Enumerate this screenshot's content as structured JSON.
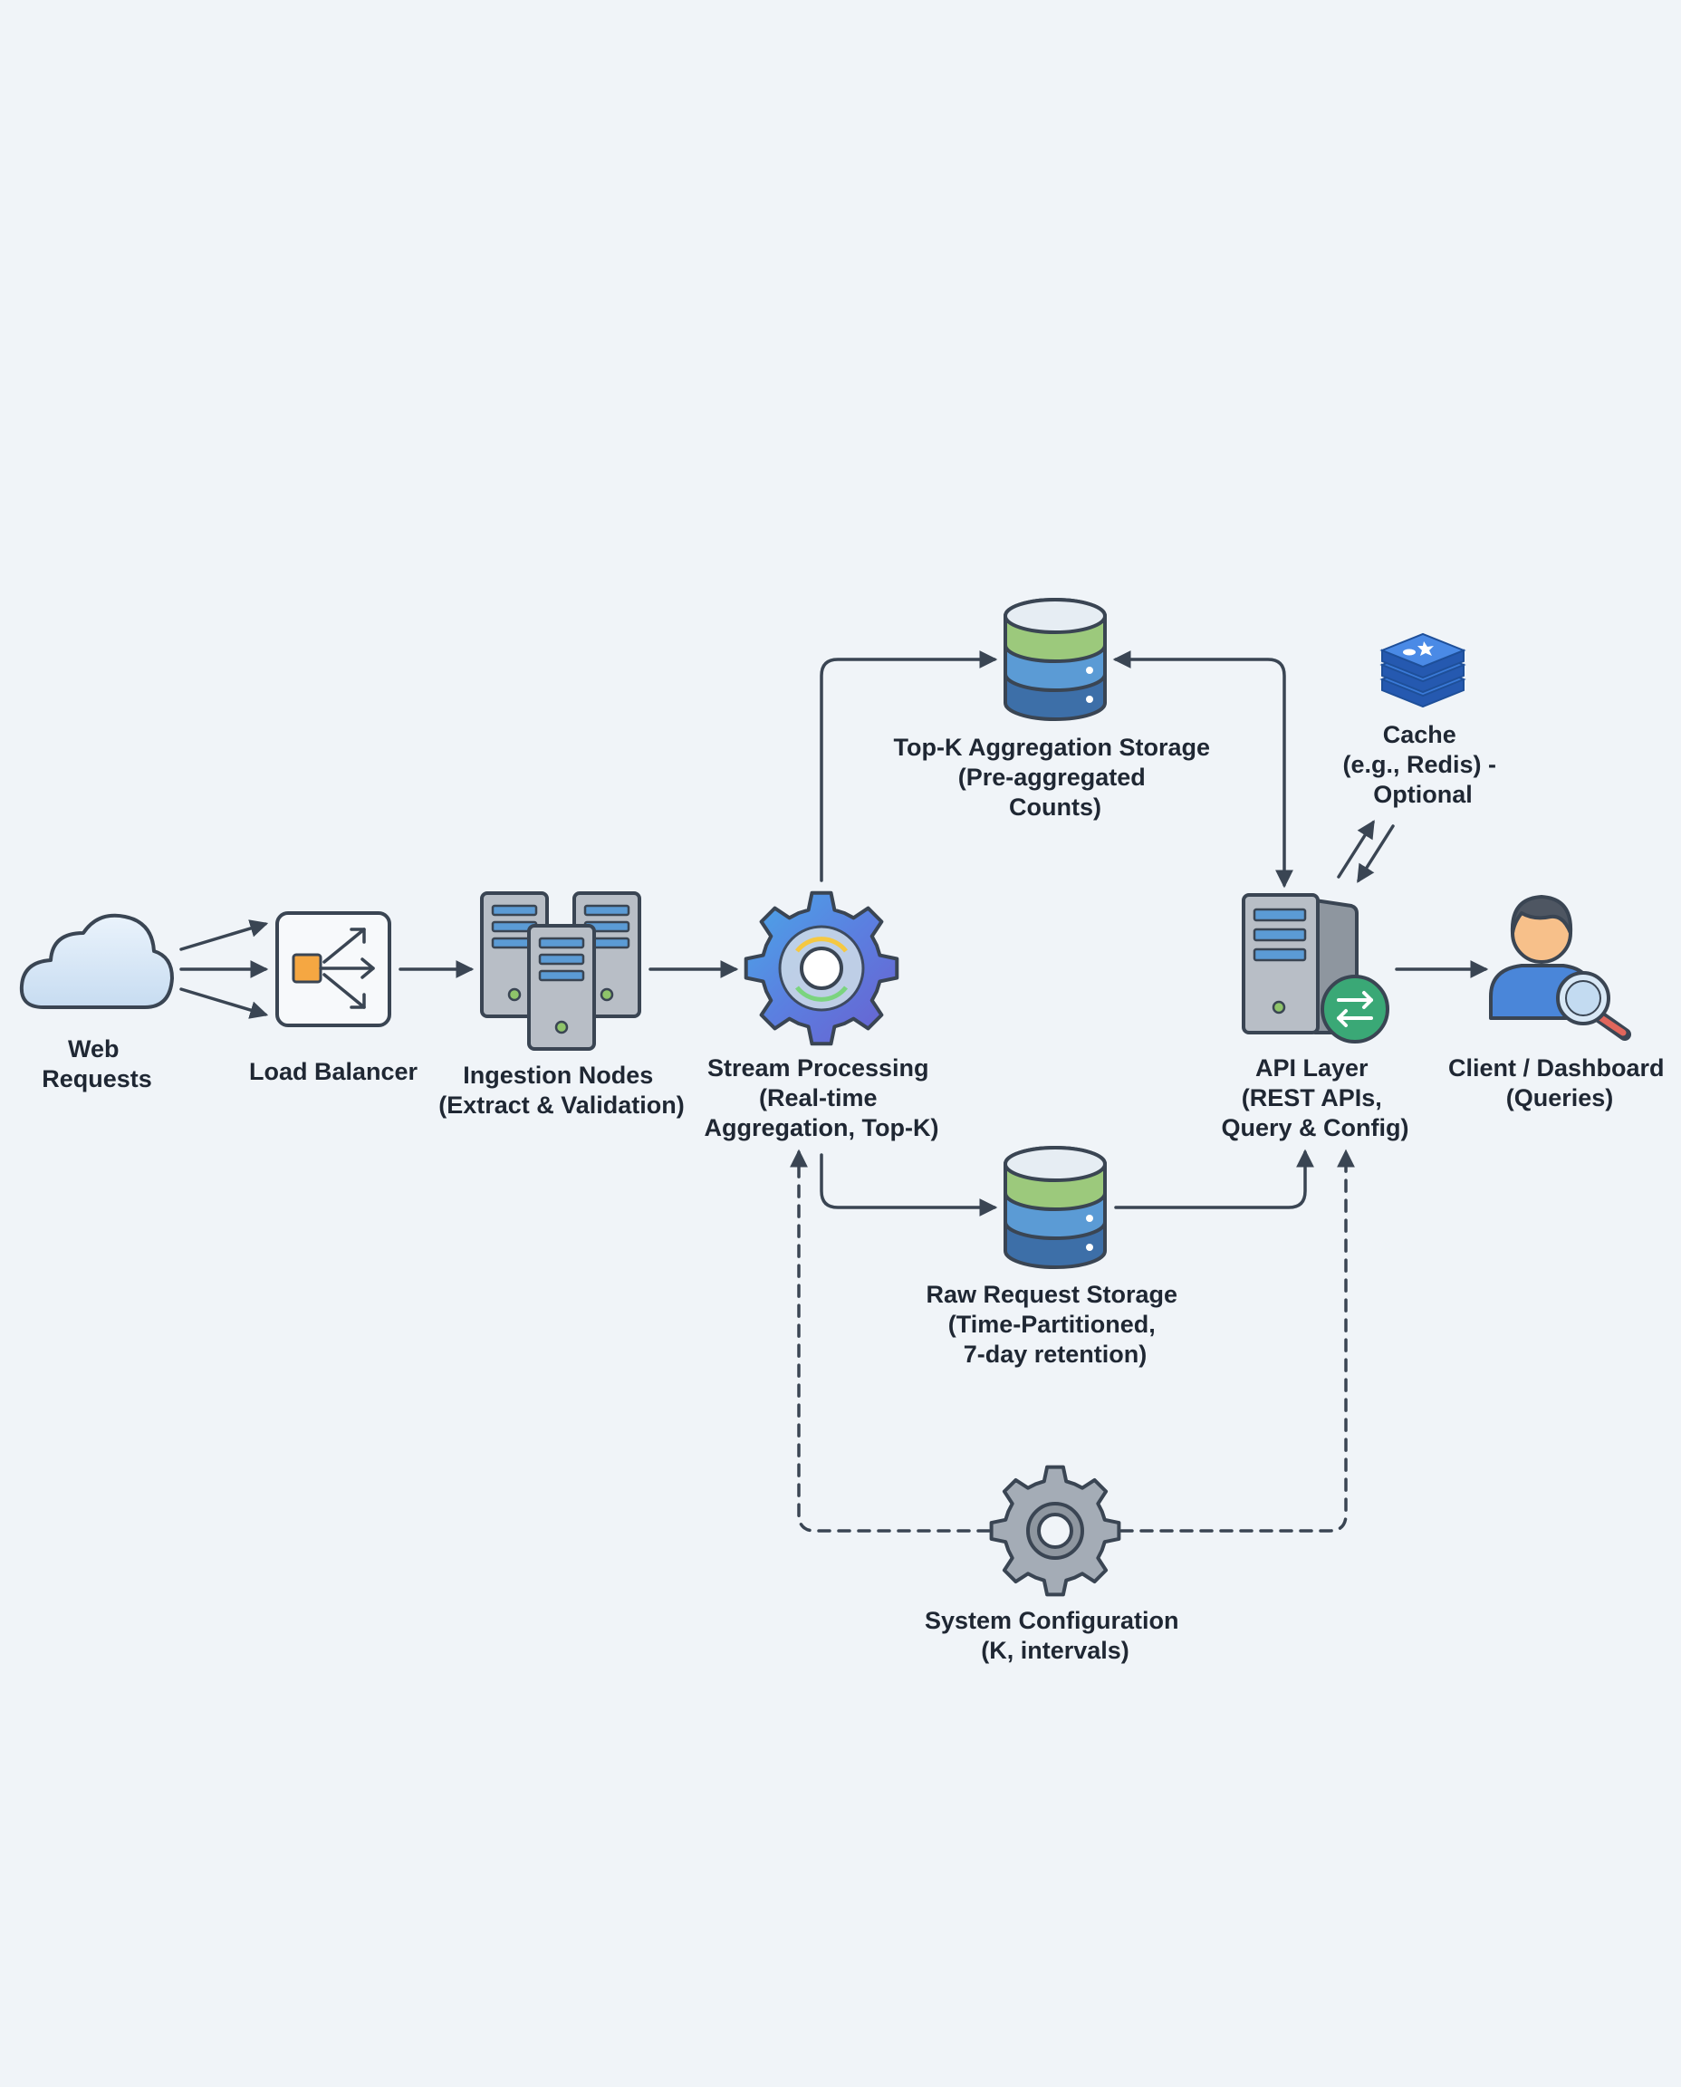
{
  "nodes": {
    "web_requests": {
      "label": [
        "Web",
        "Requests"
      ],
      "icon": "cloud-icon"
    },
    "load_balancer": {
      "label": [
        "Load Balancer"
      ],
      "icon": "load-balancer-icon"
    },
    "ingestion_nodes": {
      "label": [
        "Ingestion Nodes",
        "(Extract & Validation)"
      ],
      "icon": "server-cluster-icon"
    },
    "stream_processing": {
      "label": [
        "Stream Processing",
        "(Real-time",
        "Aggregation, Top-K)"
      ],
      "icon": "gear-icon"
    },
    "topk_storage": {
      "label": [
        "Top-K Aggregation Storage",
        "(Pre-aggregated",
        "Counts)"
      ],
      "icon": "database-icon"
    },
    "cache": {
      "label": [
        "Cache",
        "(e.g., Redis) -",
        "Optional"
      ],
      "icon": "redis-icon"
    },
    "api_layer": {
      "label": [
        "API Layer",
        "(REST APIs,",
        "Query & Config)"
      ],
      "icon": "server-icon"
    },
    "client": {
      "label": [
        "Client / Dashboard",
        "(Queries)"
      ],
      "icon": "user-search-icon"
    },
    "raw_storage": {
      "label": [
        "Raw Request Storage",
        "(Time-Partitioned,",
        "7-day retention)"
      ],
      "icon": "database-icon"
    },
    "system_config": {
      "label": [
        "System Configuration",
        "(K, intervals)"
      ],
      "icon": "gear-icon"
    }
  },
  "colors": {
    "background": "#f0f4f8",
    "line": "#3a4553",
    "db_green": "#9cc97c",
    "db_blue": "#5b9bd5",
    "db_dark_blue": "#3d6fa8",
    "server_gray": "#b8bec6",
    "accent_orange": "#f5a742",
    "api_badge_green": "#3aa876",
    "redis_blue": "#2f6fc9",
    "user_shirt": "#4a86d9",
    "user_skin": "#f7c08a"
  }
}
